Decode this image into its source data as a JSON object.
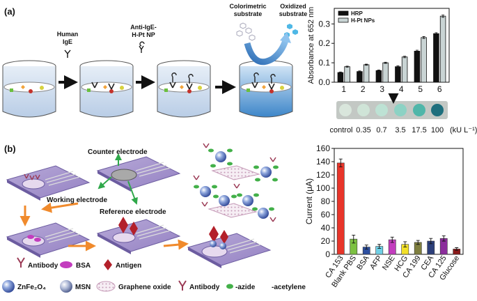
{
  "panel_a": {
    "label": "(a)",
    "step1": [
      "Human",
      "IgE"
    ],
    "step2": [
      "Anti-IgE-",
      "H-Pt NP"
    ],
    "substrate_in": [
      "Colorimetric",
      "substrate"
    ],
    "substrate_out": [
      "Oxidized",
      "substrate"
    ],
    "conc_labels": [
      "control",
      "0.35",
      "0.7",
      "3.5",
      "17.5",
      "100"
    ],
    "conc_unit": "(kU L⁻¹)"
  },
  "panel_b": {
    "label": "(b)",
    "counter_electrode": "Counter electrode",
    "working_electrode": "Working electrode",
    "reference_electrode": "Reference electrode",
    "legend1": {
      "antibody": "Antibody",
      "bsa": "BSA",
      "antigen": "Antigen"
    },
    "legend2": {
      "znfe": "ZnFe₂O₄",
      "msn": "MSN",
      "go": "Graphene oxide",
      "antibody": "Antibody",
      "azide": "-azide",
      "acetylene": "-acetylene"
    }
  },
  "chart_data": [
    {
      "type": "bar",
      "categories": [
        "1",
        "2",
        "3",
        "4",
        "5",
        "6"
      ],
      "series": [
        {
          "name": "HRP",
          "values": [
            0.05,
            0.055,
            0.06,
            0.08,
            0.16,
            0.25
          ],
          "errors": [
            0.003,
            0.003,
            0.003,
            0.004,
            0.005,
            0.005
          ],
          "color": "#111111"
        },
        {
          "name": "H-Pt NPs",
          "values": [
            0.08,
            0.09,
            0.1,
            0.13,
            0.23,
            0.34
          ],
          "errors": [
            0.003,
            0.003,
            0.003,
            0.004,
            0.005,
            0.006
          ],
          "color": "#c9d4d4"
        }
      ],
      "ylabel": "Absorbance at 652 nm",
      "yticks": [
        "0.0",
        "0.1",
        "0.2",
        "0.3"
      ],
      "ylim": [
        0,
        0.38
      ],
      "legend": "top-left"
    },
    {
      "type": "bar",
      "categories": [
        "CA 153",
        "Blank PBS",
        "BSA",
        "AFP",
        "NSE",
        "HCG",
        "CA 199",
        "CEA",
        "CA 125",
        "Glucose"
      ],
      "values": [
        138,
        23,
        11,
        12,
        22,
        15,
        18,
        20,
        24,
        8
      ],
      "errors": [
        6,
        6,
        3,
        3,
        4,
        4,
        3,
        4,
        4,
        2
      ],
      "colors": [
        "#e8352a",
        "#7cc142",
        "#2c4fa0",
        "#6fd0e6",
        "#c33dbe",
        "#f2e029",
        "#7f7f3f",
        "#2c3f7a",
        "#8c2d9c",
        "#8b1a1a"
      ],
      "ylabel": "Current (μA)",
      "yticks": [
        "0",
        "20",
        "40",
        "60",
        "80",
        "100",
        "120",
        "140",
        "160"
      ],
      "ylim": [
        0,
        160
      ]
    }
  ]
}
